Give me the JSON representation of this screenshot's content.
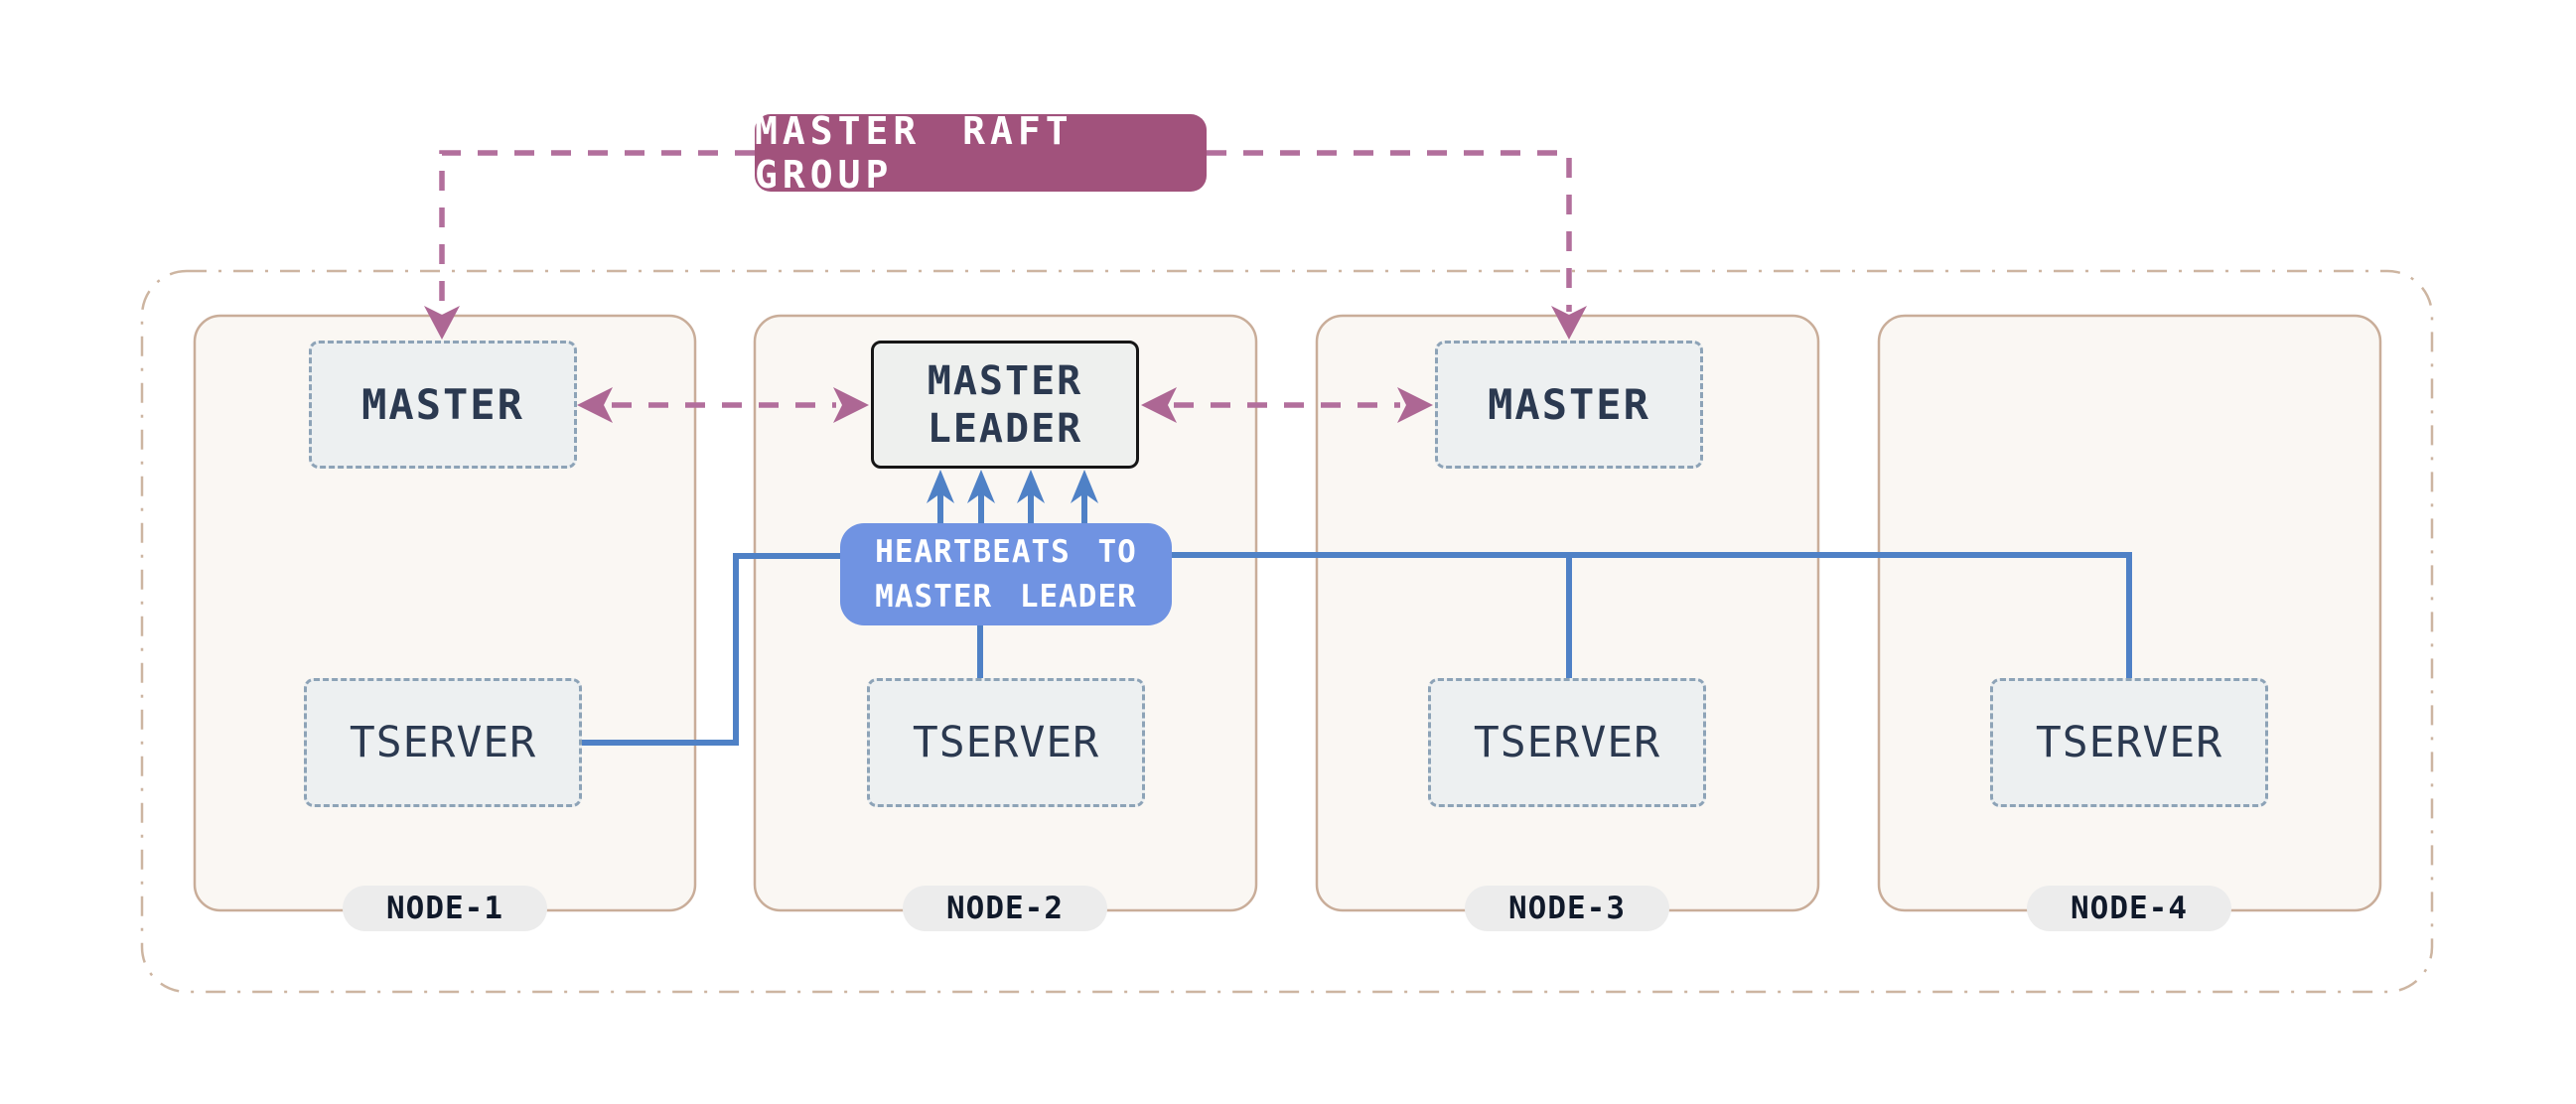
{
  "diagram": {
    "title": "MASTER RAFT GROUP",
    "heartbeats_label": "HEARTBEATS TO\nMASTER LEADER",
    "nodes": [
      {
        "name": "NODE-1",
        "master": "MASTER",
        "tserver": "TSERVER"
      },
      {
        "name": "NODE-2",
        "master": "MASTER\nLEADER",
        "tserver": "TSERVER"
      },
      {
        "name": "NODE-3",
        "master": "MASTER",
        "tserver": "TSERVER"
      },
      {
        "name": "NODE-4",
        "tserver": "TSERVER"
      }
    ],
    "colors": {
      "raft_group_fill": "#a1527c",
      "raft_connector": "#b26f9c",
      "node_fill": "#faf7f3",
      "node_border": "#c9ad99",
      "cluster_border": "#cdb5a1",
      "server_fill": "#edf0f1",
      "server_border": "#8da3b7",
      "server_text": "#2b3950",
      "leader_border": "#161616",
      "heartbeats_fill": "#7093e2",
      "heartbeat_line": "#4f81c6",
      "pill_fill": "#ececec"
    }
  }
}
